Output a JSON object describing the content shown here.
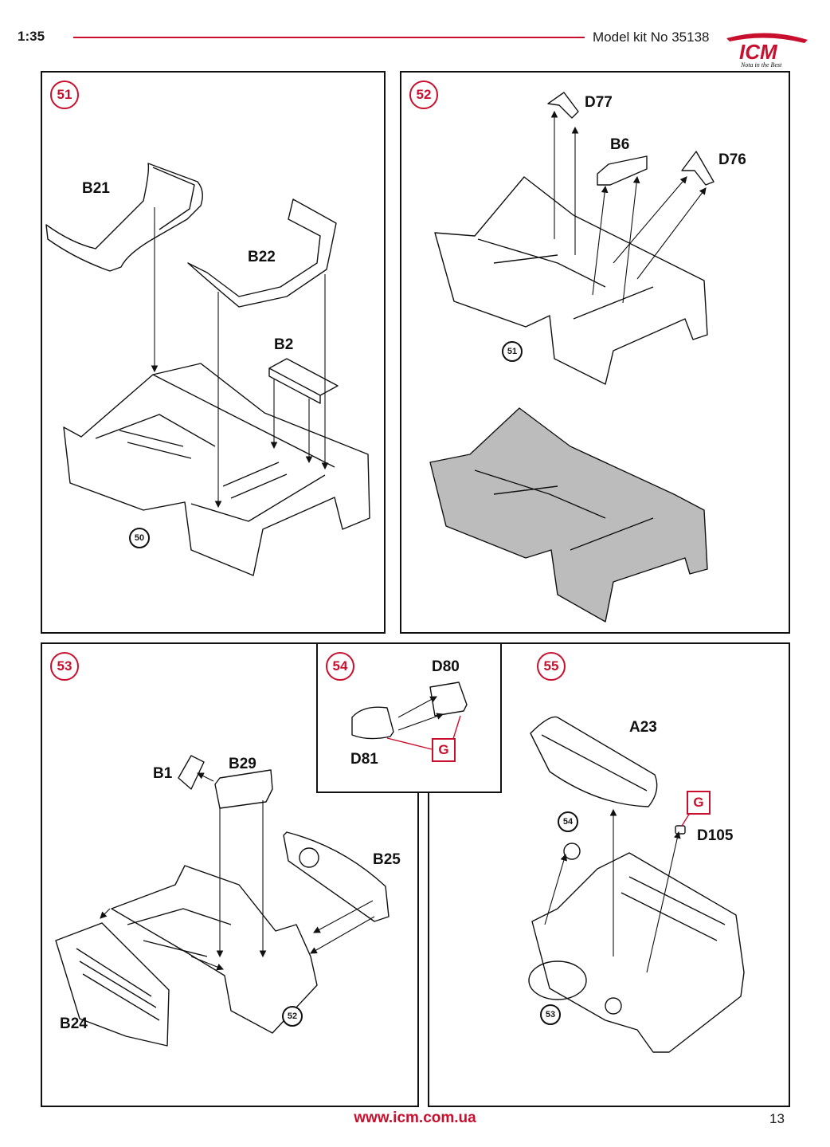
{
  "header": {
    "scale": "1:35",
    "kit_label": "Model kit No 35138",
    "logo_text": "ICM",
    "logo_slogan": "Nota in the Best"
  },
  "steps": {
    "s51": {
      "number": "51",
      "parts": [
        "B21",
        "B22",
        "B2"
      ],
      "ref": "50"
    },
    "s52": {
      "number": "52",
      "parts": [
        "D77",
        "B6",
        "D76"
      ],
      "ref": "51"
    },
    "s53": {
      "number": "53",
      "parts": [
        "B1",
        "B29",
        "B25",
        "B24"
      ],
      "ref": "52"
    },
    "s54": {
      "number": "54",
      "parts": [
        "D80",
        "D81"
      ],
      "color_code": "G"
    },
    "s55": {
      "number": "55",
      "parts": [
        "A23",
        "D105"
      ],
      "color_code": "G",
      "refs": [
        "54",
        "53"
      ]
    }
  },
  "footer": {
    "url": "www.icm.com.ua",
    "page_number": "13"
  },
  "colors": {
    "accent_red": "#c8102e",
    "line": "#111111",
    "assembled_fill": "#bcbcbc"
  }
}
